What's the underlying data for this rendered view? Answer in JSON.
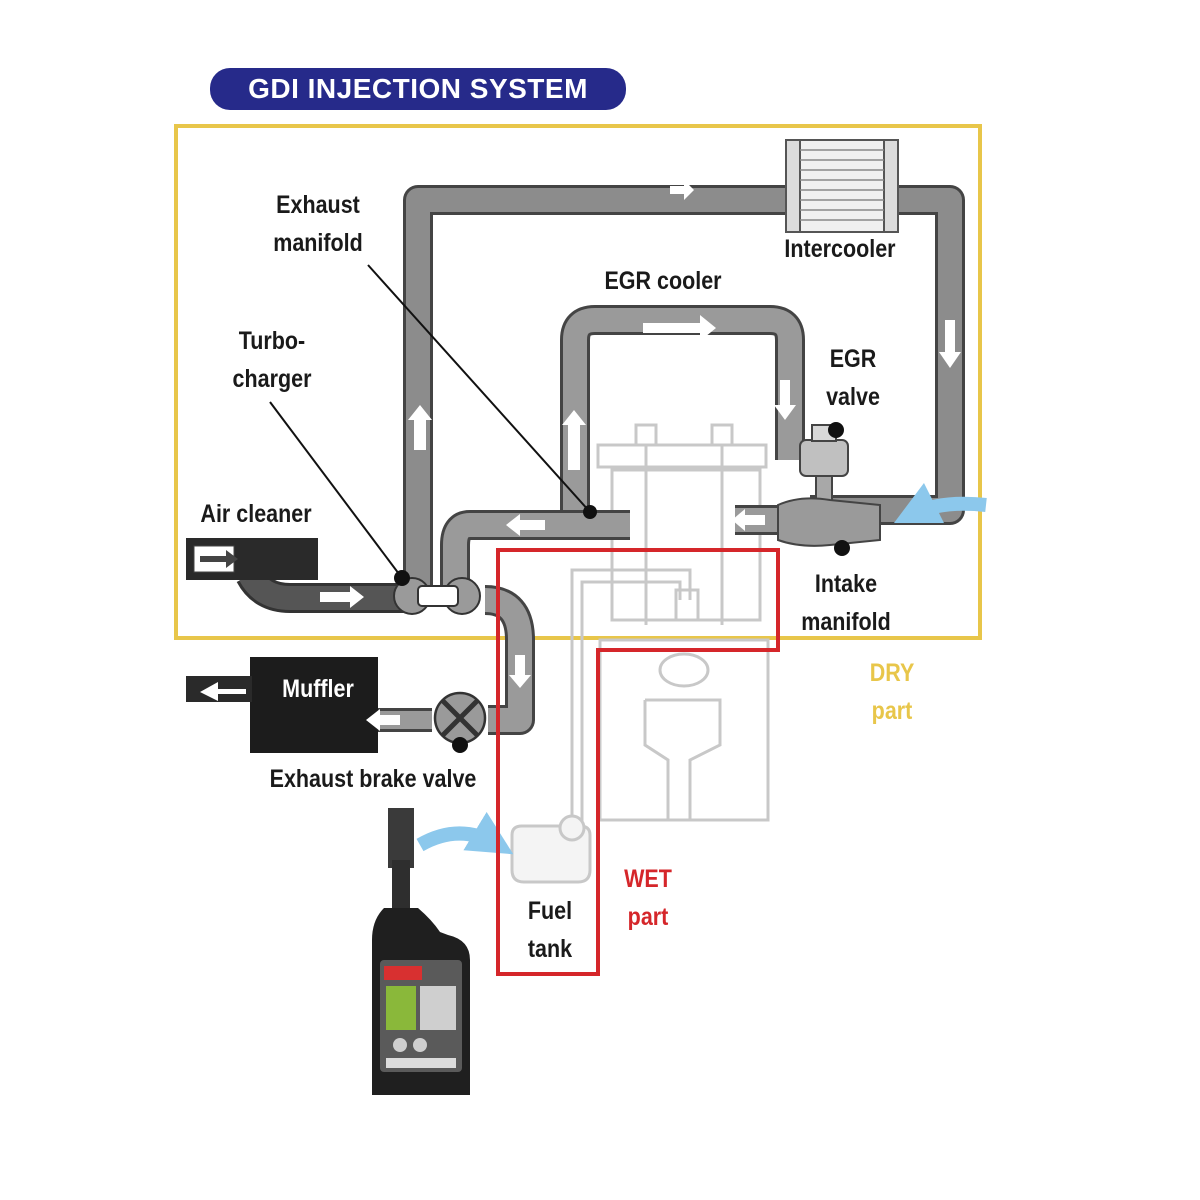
{
  "title": "GDI INJECTION SYSTEM",
  "labels": {
    "exhaust_manifold": [
      "Exhaust",
      "manifold"
    ],
    "intercooler": "Intercooler",
    "egr_cooler": "EGR cooler",
    "egr_valve": [
      "EGR",
      "valve"
    ],
    "turbocharger": [
      "Turbo-",
      "charger"
    ],
    "air_cleaner": "Air cleaner",
    "intake_manifold": [
      "Intake",
      "manifold"
    ],
    "muffler": "Muffler",
    "exhaust_brake_valve": "Exhaust brake valve",
    "fuel_tank": [
      "Fuel",
      "tank"
    ]
  },
  "zones": {
    "dry": [
      "DRY",
      "part"
    ],
    "wet": [
      "WET",
      "part"
    ]
  },
  "colors": {
    "title_bg": "#262a8a",
    "dry_border": "#e8c64a",
    "wet_border": "#d5262a",
    "pipe": "#8c8c8c",
    "flow_arrow_blue": "#8cc8ec"
  },
  "icons": [
    "flow-arrow",
    "additive-bottle"
  ]
}
